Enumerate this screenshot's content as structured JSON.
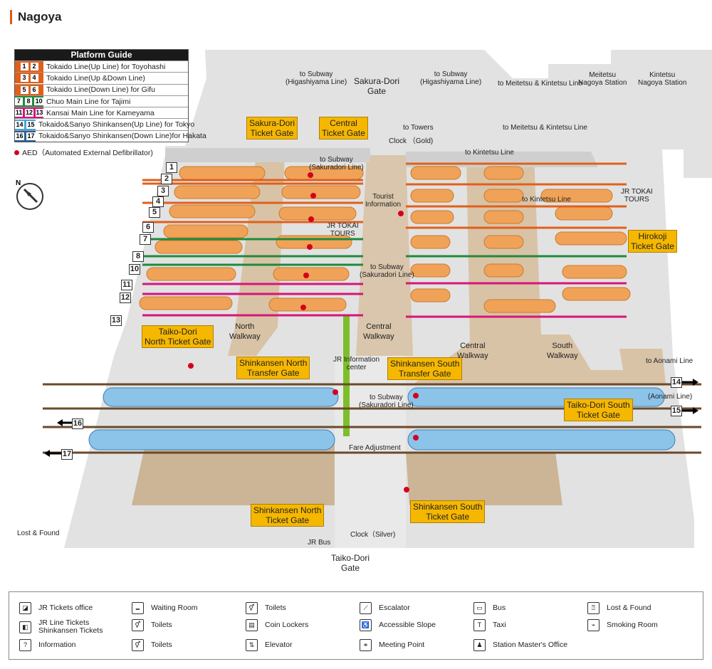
{
  "title": "Nagoya",
  "platform_guide": {
    "heading": "Platform Guide",
    "rows": [
      {
        "nums": [
          "1",
          "2"
        ],
        "color": "#e0601a",
        "text": "Tokaido Line(Up Line) for Toyohashi"
      },
      {
        "nums": [
          "3",
          "4"
        ],
        "color": "#e0601a",
        "text": "Tokaido Line(Up &Down Line)"
      },
      {
        "nums": [
          "5",
          "6"
        ],
        "color": "#e0601a",
        "text": "Tokaido Line(Down Line) for Gifu"
      },
      {
        "nums": [
          "7",
          "8",
          "10"
        ],
        "color": "#1f8a3c",
        "text": "Chuo Main Line for Tajimi"
      },
      {
        "nums": [
          "11",
          "12",
          "13"
        ],
        "color": "#d6157a",
        "text": "Kansai Main Line for Kameyama"
      },
      {
        "nums": [
          "14",
          "15"
        ],
        "color": "#4aa3d8",
        "text": "Tokaido&Sanyo Shinkansen(Up Line) for Tokyo"
      },
      {
        "nums": [
          "16",
          "17"
        ],
        "color": "#2a5f9a",
        "text": "Tokaido&Sanyo Shinkansen(Down Line)for Hakata"
      }
    ],
    "aed": "AED（Automated External Defibrillator)"
  },
  "map": {
    "gates": {
      "sakura_dori": "Sakura-Dori\nGate",
      "taiko_dori": "Taiko-Dori\nGate"
    },
    "callouts": {
      "sakura_dori_ticket": "Sakura-Dori\nTicket Gate",
      "central_ticket": "Central\nTicket Gate",
      "hirokoji_ticket": "Hirokoji\nTicket Gate",
      "taiko_north_ticket": "Taiko-Dori\nNorth Ticket Gate",
      "shinkansen_north_transfer": "Shinkansen North\nTransfer Gate",
      "shinkansen_south_transfer": "Shinkansen South\nTransfer Gate",
      "taiko_south_ticket": "Taiko-Dori South\nTicket Gate",
      "shinkansen_north_ticket": "Shinkansen North\nTicket Gate",
      "shinkansen_south_ticket": "Shinkansen South\nTicket Gate"
    },
    "labels": {
      "subway_higashiyama_1": "to Subway\n(Higashiyama Line)",
      "subway_higashiyama_2": "to Subway\n(Higashiyama Line)",
      "meitetsu_kintetsu_1": "to Meitetsu & Kintetsu Line",
      "meitetsu_kintetsu_2": "to Meitetsu & Kintetsu Line",
      "meitetsu_station": "Meitetsu\nNagoya Station",
      "kintetsu_station": "Kintetsu\nNagoya Station",
      "to_towers": "to Towers",
      "clock_gold": "Clock （Gold)",
      "to_kintetsu_1": "to Kintetsu Line",
      "to_kintetsu_2": "to Kintetsu Line",
      "subway_sakuradori_1": "to Subway\n(Sakuradori Line)",
      "subway_sakuradori_2": "to Subway\n(Sakuradori Line)",
      "subway_sakuradori_3": "to Subway\n(Sakuradori Line)",
      "tourist_info": "Tourist\nInformation",
      "jr_tokai_tours_1": "JR TOKAI\nTOURS",
      "jr_tokai_tours_2": "JR TOKAI\nTOURS",
      "north_walkway": "North\nWalkway",
      "central_walkway_1": "Central\nWalkway",
      "central_walkway_2": "Central\nWalkway",
      "south_walkway": "South\nWalkway",
      "to_aonami": "to Aonami Line",
      "aonami_line": "(Aonami Line)",
      "jr_info_center": "JR Information\ncenter",
      "fare_adjustment": "Fare Adjustment",
      "clock_silver": "Clock（Silver)",
      "jr_bus": "JR Bus",
      "lost_found": "Lost & Found"
    },
    "platform_numbers": [
      "1",
      "2",
      "3",
      "4",
      "5",
      "6",
      "7",
      "8",
      "10",
      "11",
      "12",
      "13"
    ],
    "shinkansen_numbers": [
      "14",
      "15",
      "16",
      "17"
    ]
  },
  "legend": [
    {
      "icon": "jr-tickets-office-icon",
      "glyph": "◪",
      "label": "JR Tickets office"
    },
    {
      "icon": "jr-line-tickets-icon",
      "glyph": "◧",
      "label": "JR Line Tickets\nShinkansen Tickets"
    },
    {
      "icon": "information-icon",
      "glyph": "?",
      "label": "Information"
    },
    {
      "icon": "waiting-room-icon",
      "glyph": "⑉",
      "label": "Waiting Room"
    },
    {
      "icon": "toilets-icon",
      "glyph": "⚥",
      "label": "Toilets"
    },
    {
      "icon": "toilets-accessible-icon",
      "glyph": "⚥",
      "label": "Toilets"
    },
    {
      "icon": "toilets-multi-icon",
      "glyph": "⚥",
      "label": "Toilets"
    },
    {
      "icon": "coin-lockers-icon",
      "glyph": "▤",
      "label": "Coin Lockers"
    },
    {
      "icon": "elevator-icon",
      "glyph": "⇅",
      "label": "Elevator"
    },
    {
      "icon": "escalator-icon",
      "glyph": "⟋",
      "label": "Escalator"
    },
    {
      "icon": "accessible-slope-icon",
      "glyph": "♿",
      "label": "Accessible Slope"
    },
    {
      "icon": "meeting-point-icon",
      "glyph": "⚭",
      "label": "Meeting Point"
    },
    {
      "icon": "bus-icon",
      "glyph": "▭",
      "label": "Bus"
    },
    {
      "icon": "taxi-icon",
      "glyph": "T",
      "label": "Taxi"
    },
    {
      "icon": "station-master-icon",
      "glyph": "♟",
      "label": "Station Master's Office"
    },
    {
      "icon": "lost-found-icon",
      "glyph": "⍰",
      "label": "Lost & Found"
    },
    {
      "icon": "smoking-room-icon",
      "glyph": "⌁",
      "label": "Smoking Room"
    }
  ],
  "colors": {
    "concourse": "#d9c3a6",
    "plaza": "#dcdcdc",
    "platform_orange": "#f0a358",
    "platform_blue": "#8cc3e8",
    "tokaido": "#e0601a",
    "chuo": "#1f8a3c",
    "kansai": "#d6157a",
    "shinkansen_track": "#6b4a2a",
    "callout": "#f5b700"
  }
}
